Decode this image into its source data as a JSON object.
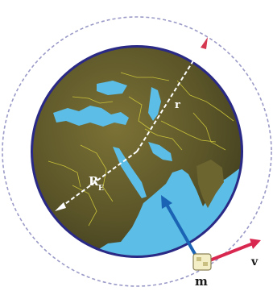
{
  "labels": {
    "orbit_radius": "r",
    "earth_radius_main": "R",
    "earth_radius_sub": "E",
    "mass": "m",
    "velocity": "v"
  },
  "colors": {
    "orbit": "#9a9ac8",
    "earth_rim": "#2a2a86",
    "ocean": "#5cbde6",
    "land": "#5f5a2c",
    "radius_arrow": "#ffffff",
    "orbit_arrow_head": "#d4374f",
    "gravity_arrow": "#1b63b4",
    "velocity_arrow": "#d9284f"
  }
}
